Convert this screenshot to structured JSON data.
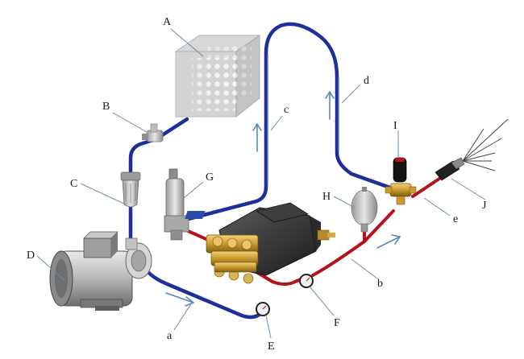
{
  "labels": {
    "A": "A",
    "B": "B",
    "C": "C",
    "D": "D",
    "E": "E",
    "F": "F",
    "G": "G",
    "H": "H",
    "I": "I",
    "J": "J",
    "a": "a",
    "b": "b",
    "c": "c",
    "d": "d",
    "e": "e"
  },
  "colors": {
    "suction_line": "#1e2f9c",
    "pressure_line": "#b5121b",
    "flow_arrow": "#5b86b8",
    "leader_line": "#6f8fa6",
    "brass": "#c99a2e"
  }
}
